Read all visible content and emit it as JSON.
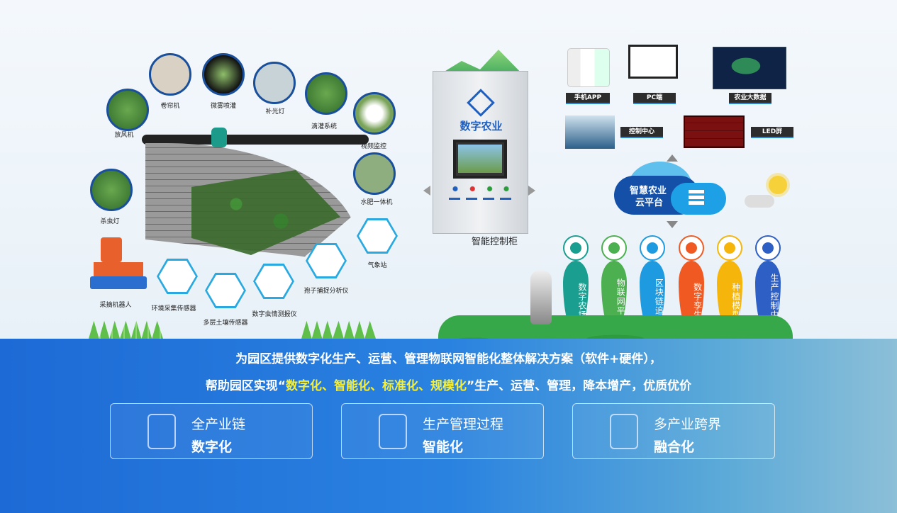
{
  "greenhouse": {
    "devices": [
      "放风机",
      "卷帘机",
      "微雾喷灌",
      "补光灯",
      "滴灌系统",
      "视频监控",
      "水肥一体机",
      "杀虫灯"
    ],
    "sensors": [
      "环境采集传感器",
      "多层土壤传感器",
      "数字虫情测报仪",
      "孢子捕捉分析仪",
      "气象站"
    ],
    "robot": "采摘机器人"
  },
  "cabinet": {
    "title": "数字农业",
    "label": "智能控制柜"
  },
  "terminals": [
    "手机APP",
    "PC端",
    "农业大数据",
    "控制中心",
    "LED屏"
  ],
  "cloud": {
    "line1": "智慧农业",
    "line2": "云平台"
  },
  "platforms": [
    {
      "label": "数字农场",
      "color": "#1a9e8f"
    },
    {
      "label": "物联网平台",
      "color": "#4caf50"
    },
    {
      "label": "区块链追溯",
      "color": "#1e9be0"
    },
    {
      "label": "数字孪生",
      "color": "#f05a22"
    },
    {
      "label": "种植模型",
      "color": "#f5b50a"
    },
    {
      "label": "生产控制中心",
      "color": "#2d5fc4"
    }
  ],
  "banner": {
    "line1": "为园区提供数字化生产、运营、管理物联网智能化整体解决方案（软件+硬件），",
    "line2_pre": "帮助园区实现“",
    "line2_hl": "数字化、智能化、标准化、规模化",
    "line2_post": "”生产、运营、管理，降本增产，优质优价",
    "highlight_color": "#f5ef3a"
  },
  "cards": [
    {
      "t1": "全产业链",
      "t2": "数字化",
      "icon": "gear-chain-icon"
    },
    {
      "t1": "生产管理过程",
      "t2": "智能化",
      "icon": "cube-monitor-icon"
    },
    {
      "t1": "多产业跨界",
      "t2": "融合化",
      "icon": "cube-laptop-icon"
    }
  ]
}
